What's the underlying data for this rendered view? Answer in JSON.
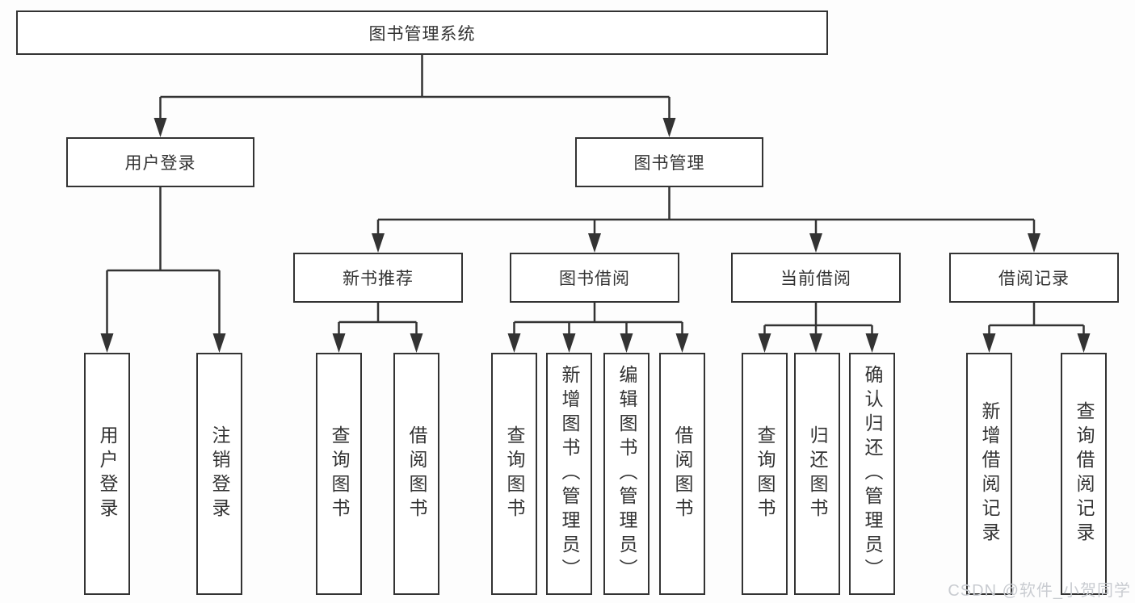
{
  "diagram": {
    "root": {
      "label": "图书管理系统"
    },
    "level2": [
      {
        "label": "用户登录",
        "parent": "图书管理系统"
      },
      {
        "label": "图书管理",
        "parent": "图书管理系统"
      }
    ],
    "level3": [
      {
        "label": "新书推荐",
        "parent": "图书管理"
      },
      {
        "label": "图书借阅",
        "parent": "图书管理"
      },
      {
        "label": "当前借阅",
        "parent": "图书管理"
      },
      {
        "label": "借阅记录",
        "parent": "图书管理"
      }
    ],
    "leaves": [
      {
        "label": "用户登录",
        "parent": "用户登录"
      },
      {
        "label": "注销登录",
        "parent": "用户登录"
      },
      {
        "label": "查询图书",
        "parent": "新书推荐"
      },
      {
        "label": "借阅图书",
        "parent": "新书推荐"
      },
      {
        "label": "查询图书",
        "parent": "图书借阅"
      },
      {
        "label": "新增图书（管理员）",
        "parent": "图书借阅"
      },
      {
        "label": "编辑图书（管理员）",
        "parent": "图书借阅"
      },
      {
        "label": "借阅图书",
        "parent": "图书借阅"
      },
      {
        "label": "查询图书",
        "parent": "当前借阅"
      },
      {
        "label": "归还图书",
        "parent": "当前借阅"
      },
      {
        "label": "确认归还（管理员）",
        "parent": "当前借阅"
      },
      {
        "label": "新增借阅记录",
        "parent": "借阅记录"
      },
      {
        "label": "查询借阅记录",
        "parent": "借阅记录"
      }
    ]
  },
  "watermark": {
    "text": "CSDN @软件_小贺同学",
    "color": "#c9ccd1"
  },
  "colors": {
    "line": "#333333",
    "border": "#333333",
    "text": "#333333",
    "background": "#fdfdfd"
  }
}
